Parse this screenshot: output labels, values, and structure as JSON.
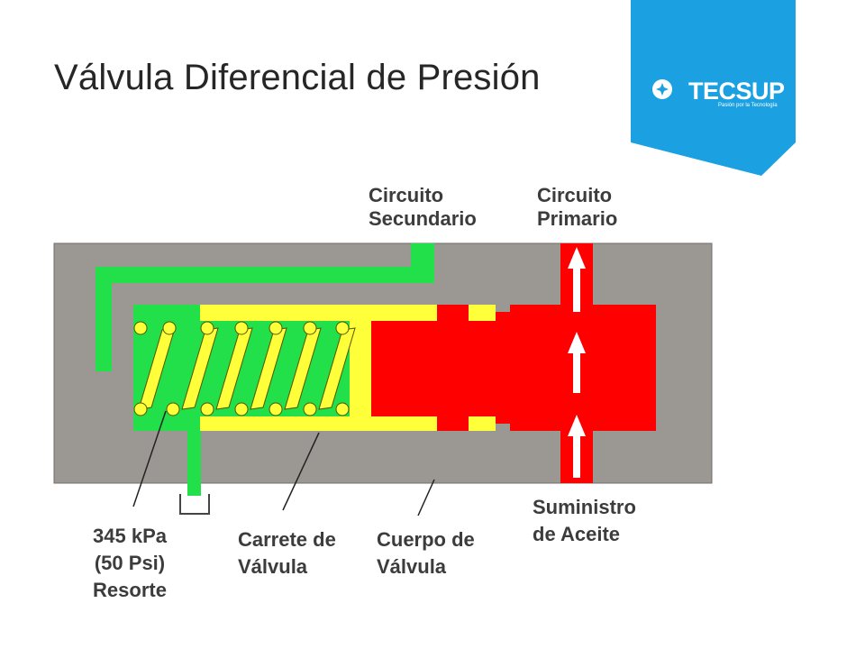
{
  "title": "Válvula Diferencial de Presión",
  "logo": {
    "name": "TECSUP",
    "tagline": "Pasión por la Tecnología",
    "banner_color": "#1ba0e2"
  },
  "labels": {
    "secondary_circuit": [
      "Circuito",
      "Secundario"
    ],
    "primary_circuit": [
      "Circuito",
      "Primario"
    ],
    "spring": [
      "345 kPa",
      "(50 Psi)",
      "Resorte"
    ],
    "spool": [
      "Carrete de",
      "Válvula"
    ],
    "body": [
      "Cuerpo de",
      "Válvula"
    ],
    "oil_supply": [
      "Suministro",
      "de Aceite"
    ]
  },
  "colors": {
    "body_gray": "#9b9894",
    "oil_green": "#22e04a",
    "spool_yellow": "#ffff3a",
    "pressure_red": "#ff0000",
    "label_text": "#3c3c3c"
  },
  "icons": {
    "flow_arrow": "up-arrow-icon",
    "logo_mark": "tecsup-star-icon"
  }
}
